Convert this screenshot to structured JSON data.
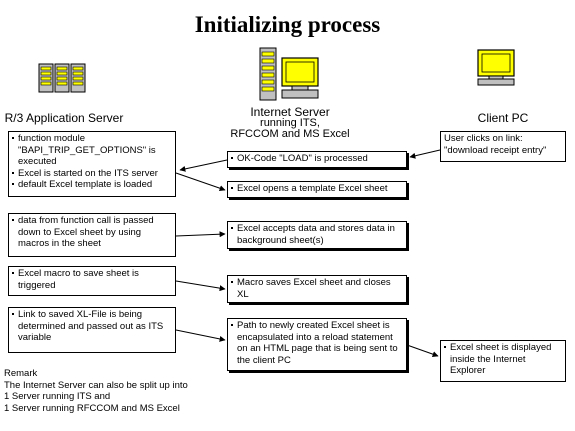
{
  "title": "Initializing process",
  "columns": {
    "r3": {
      "label": "R/3 Application Server"
    },
    "its": {
      "label": "Internet Server",
      "sub1": "running ITS,",
      "sub2": "RFCCOM and MS Excel"
    },
    "client": {
      "label": "Client PC"
    }
  },
  "boxes": {
    "r3_bapi": [
      "function module \"BAPI_TRIP_GET_OPTIONS\" is executed",
      "Excel is started on the ITS server",
      "default Excel template is loaded"
    ],
    "r3_data": [
      "data from function call is passed down to Excel sheet by using macros in the sheet"
    ],
    "r3_macro": [
      "Excel macro to save sheet is triggered"
    ],
    "r3_link": [
      "Link to saved XL-File is being determined and passed out as ITS variable"
    ],
    "its_okcode": "OK-Code \"LOAD\" is processed",
    "its_opens": "Excel opens a template Excel sheet",
    "its_accepts": "Excel accepts data and stores data in background sheet(s)",
    "its_macro": "Macro saves Excel sheet and closes XL",
    "its_path": "Path to newly created Excel sheet is encapsulated into a reload statement on an HTML page that is being sent to the client PC",
    "client_click": "User clicks on link: \"download receipt entry\"",
    "client_display": "Excel sheet is displayed inside the Internet Explorer"
  },
  "remark": {
    "heading": "Remark",
    "lines": [
      "The Internet Server can also be split up into",
      "1 Server running ITS and",
      "1 Server running RFCCOM and MS Excel"
    ]
  },
  "icons": [
    "r3-server-icon",
    "internet-server-icon",
    "client-pc-icon"
  ],
  "colors": {
    "monitor": "#ffff00",
    "tower": "#c0c0c0",
    "outline": "#000000"
  }
}
